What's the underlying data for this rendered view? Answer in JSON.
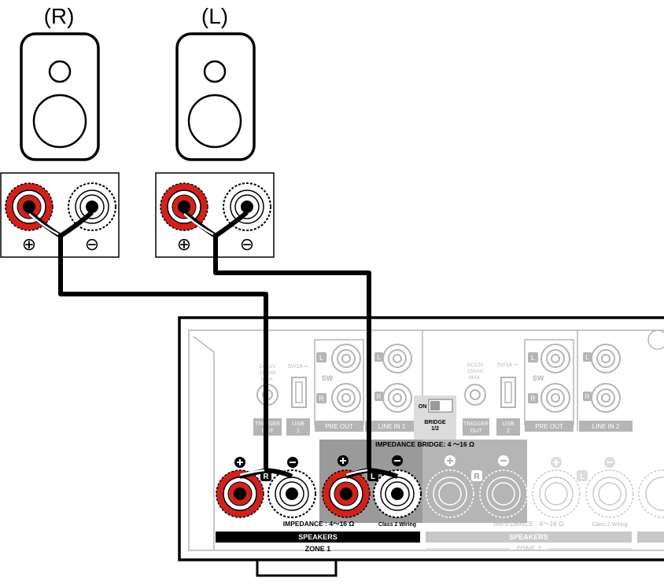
{
  "speakers": {
    "right_label": "(R)",
    "left_label": "(L)"
  },
  "terminal_signs": {
    "plus": "⊕",
    "minus": "⊖"
  },
  "panel": {
    "zone1": {
      "badge_r": "R",
      "badge_l": "L",
      "impedance": "IMPEDANCE : 4～16 Ω",
      "class2": "Class 2 Wiring",
      "speakers_label": "SPEAKERS",
      "zone_label": "ZONE 1"
    },
    "zone2": {
      "badge_r": "R",
      "badge_l": "L",
      "impedance": "IMPEDANCE : 4～16 Ω",
      "class2": "Class 2 Wiring",
      "speakers_label": "SPEAKERS",
      "zone_label": "ZONE 2"
    },
    "bridge_impedance": "IMPEDANCE  BRIDGE: 4 ～16 Ω",
    "bridge_switch": {
      "on": "ON",
      "label": "BRIDGE",
      "sub": "1/2"
    },
    "trigger1": {
      "spec1": "DC12V",
      "spec2": "150mA",
      "spec3": "MAX.",
      "label1": "TRIGGER",
      "label2": "OUT"
    },
    "usb1": {
      "spec": "5V/1A ⎓",
      "label1": "USB",
      "label2": "1"
    },
    "trigger2": {
      "spec1": "DC12V",
      "spec2": "150mA",
      "spec3": "MAX.",
      "label1": "TRIGGER",
      "label2": "OUT"
    },
    "usb2": {
      "spec": "5V/1A ⎓",
      "label1": "USB",
      "label2": "2"
    },
    "preout": {
      "label": "PRE OUT",
      "l": "L",
      "sw": "SW",
      "r": "R"
    },
    "linein1": {
      "label": "LINE IN  1",
      "l": "L",
      "r": "R"
    },
    "linein2": {
      "label": "LINE IN  2",
      "l": "L",
      "r": "R"
    }
  },
  "colors": {
    "red": "#d0221c",
    "black": "#000000",
    "gray": "#b5b5b5",
    "dark_gray": "#9a9a9a",
    "light_gray": "#dcdcdc"
  }
}
